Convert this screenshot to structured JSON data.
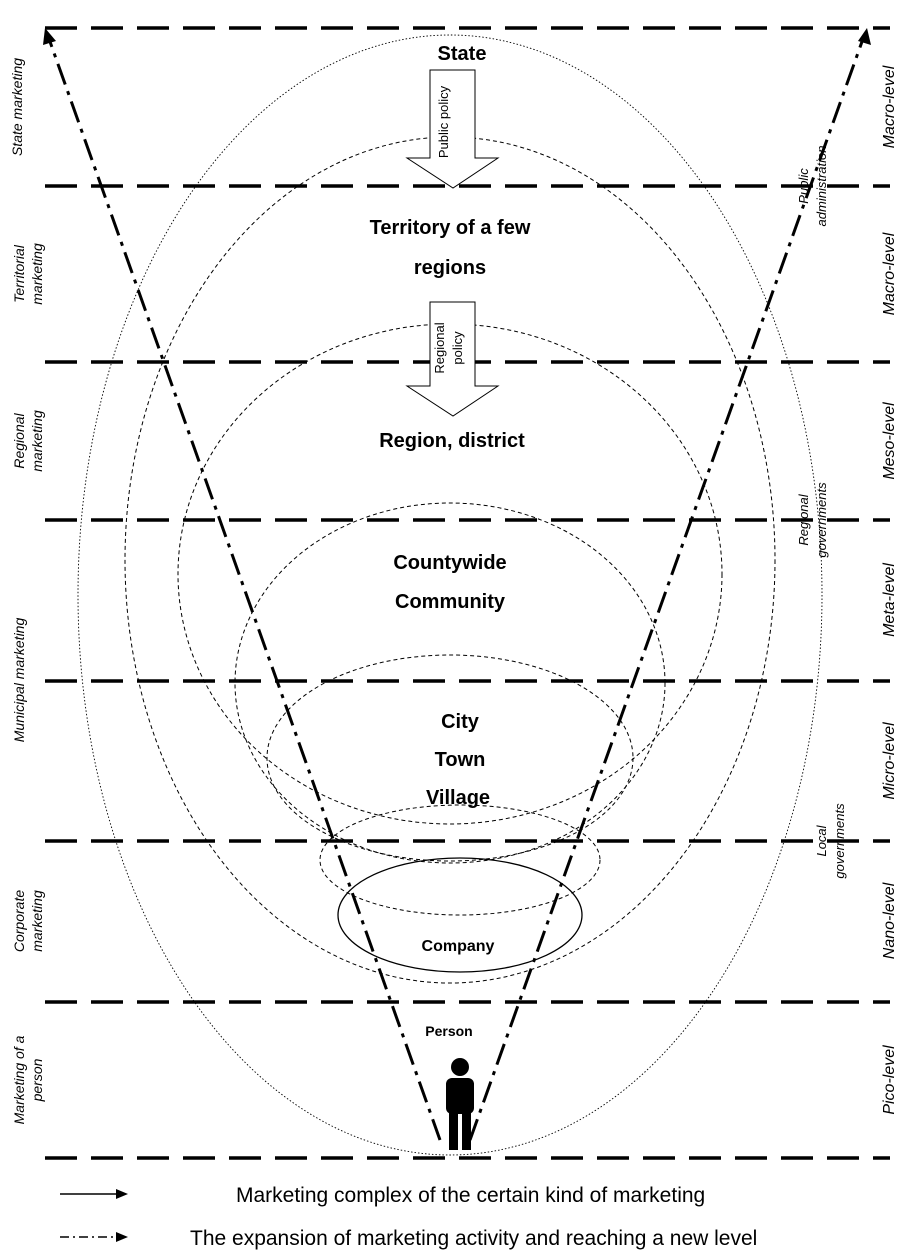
{
  "nodes": {
    "state": "State",
    "territory_line1": "Territory of a few",
    "territory_line2": "regions",
    "region": "Region, district",
    "countywide_line1": "Countywide",
    "countywide_line2": "Community",
    "city": "City",
    "town": "Town",
    "village": "Village",
    "company": "Company",
    "person": "Person"
  },
  "policy_arrows": {
    "public_policy": "Public policy",
    "regional_policy_line1": "Regional",
    "regional_policy_line2": "policy"
  },
  "marketing_types": {
    "state": "State marketing",
    "territorial_line1": "Territorial",
    "territorial_line2": "marketing",
    "regional_line1": "Regional",
    "regional_line2": "marketing",
    "municipal": "Municipal marketing",
    "corporate_line1": "Corporate",
    "corporate_line2": "marketing",
    "person_line1": "Marketing of a",
    "person_line2": "person"
  },
  "levels": {
    "macro_1": "Macro-level",
    "macro_2": "Macro-level",
    "meso": "Meso-level",
    "meta": "Meta-level",
    "micro": "Micro-level",
    "nano": "Nano-level",
    "pico": "Pico-level"
  },
  "governance": {
    "public_line1": "Public",
    "public_line2": "administration",
    "regional_line1": "Regional",
    "regional_line2": "governments",
    "local_line1": "Local",
    "local_line2": "governments"
  },
  "legend": {
    "solid_arrow": "Marketing complex of the certain kind of marketing",
    "dashdot_arrow": "The expansion of marketing activity and reaching a new level"
  }
}
